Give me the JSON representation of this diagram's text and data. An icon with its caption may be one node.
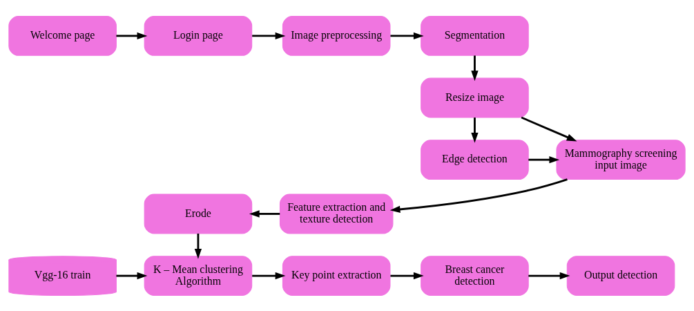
{
  "diagram": {
    "nodes": [
      {
        "text": [
          "Welcome page"
        ]
      },
      {
        "text": [
          "Login page"
        ]
      },
      {
        "text": [
          "Image preprocessing"
        ]
      },
      {
        "text": [
          "Segmentation"
        ]
      },
      {
        "text": [
          "Resize image"
        ]
      },
      {
        "text": [
          "Edge detection"
        ]
      },
      {
        "text": [
          "Mammography screening input image"
        ]
      },
      {
        "text": [
          "Feature extraction and texture detection"
        ]
      },
      {
        "text": [
          "Erode"
        ]
      },
      {
        "text": [
          "Vgg-16 train"
        ]
      },
      {
        "text": [
          "K – Mean clustering Algorithm"
        ]
      },
      {
        "text": [
          "Key point extraction"
        ]
      },
      {
        "text": [
          "Breast cancer detection"
        ]
      },
      {
        "text": [
          "Output detection"
        ]
      }
    ],
    "edges": [
      {
        "from": 0,
        "to": 1,
        "arrow": "to"
      },
      {
        "from": 1,
        "to": 2,
        "arrow": "to"
      },
      {
        "from": 2,
        "to": 3,
        "arrow": "to"
      },
      {
        "from": 3,
        "to": 4,
        "arrow": "to"
      },
      {
        "from": 4,
        "to": 5,
        "arrow": "to"
      },
      {
        "from": 4,
        "to": 6,
        "arrow": "to"
      },
      {
        "from": 5,
        "to": 6,
        "arrow": "to"
      },
      {
        "from": 6,
        "to": 7,
        "arrow": "to"
      },
      {
        "from": 7,
        "to": 8,
        "arrow": "to"
      },
      {
        "from": 8,
        "to": 10,
        "arrow": "to"
      },
      {
        "from": 9,
        "to": 10,
        "arrow": "to"
      },
      {
        "from": 10,
        "to": 11,
        "arrow": "to"
      },
      {
        "from": 11,
        "to": 12,
        "arrow": "to"
      },
      {
        "from": 12,
        "to": 13,
        "arrow": "to"
      }
    ]
  }
}
